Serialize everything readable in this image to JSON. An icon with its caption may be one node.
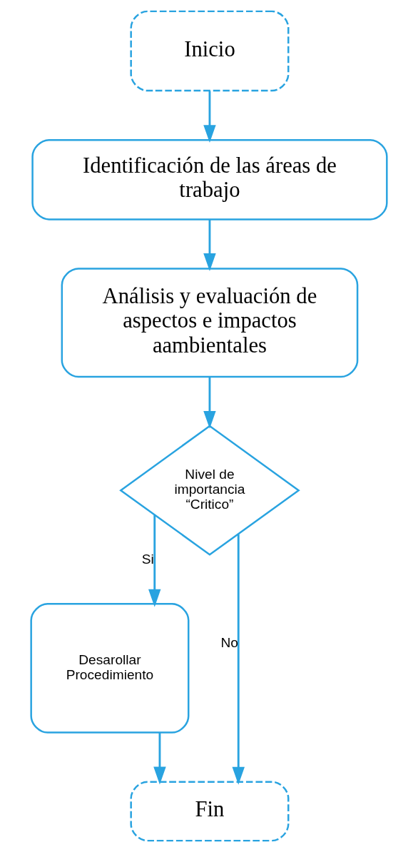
{
  "diagram": {
    "nodes": [
      {
        "text": [
          "Inicio"
        ]
      },
      {
        "text": [
          "Identificación de las áreas de trabajo"
        ]
      },
      {
        "text": [
          "Análisis y evaluación de aspectos e impactos aambientales"
        ]
      },
      {
        "text": [
          "Nivel de importancia “Critico”"
        ]
      },
      {
        "text": [
          "Desarollar Procedimiento"
        ]
      },
      {
        "text": [
          "Fin"
        ]
      }
    ],
    "edges": [
      {
        "from": 0,
        "to": 1,
        "arrow": "to"
      },
      {
        "from": 1,
        "to": 2,
        "arrow": "to"
      },
      {
        "from": 2,
        "to": 3,
        "arrow": "to"
      },
      {
        "from": 3,
        "to": 5,
        "arrow": "to",
        "label": "No"
      },
      {
        "from": 3,
        "to": 4,
        "arrow": "to",
        "label": "Si"
      },
      {
        "from": 4,
        "to": 5,
        "arrow": "to"
      }
    ]
  }
}
